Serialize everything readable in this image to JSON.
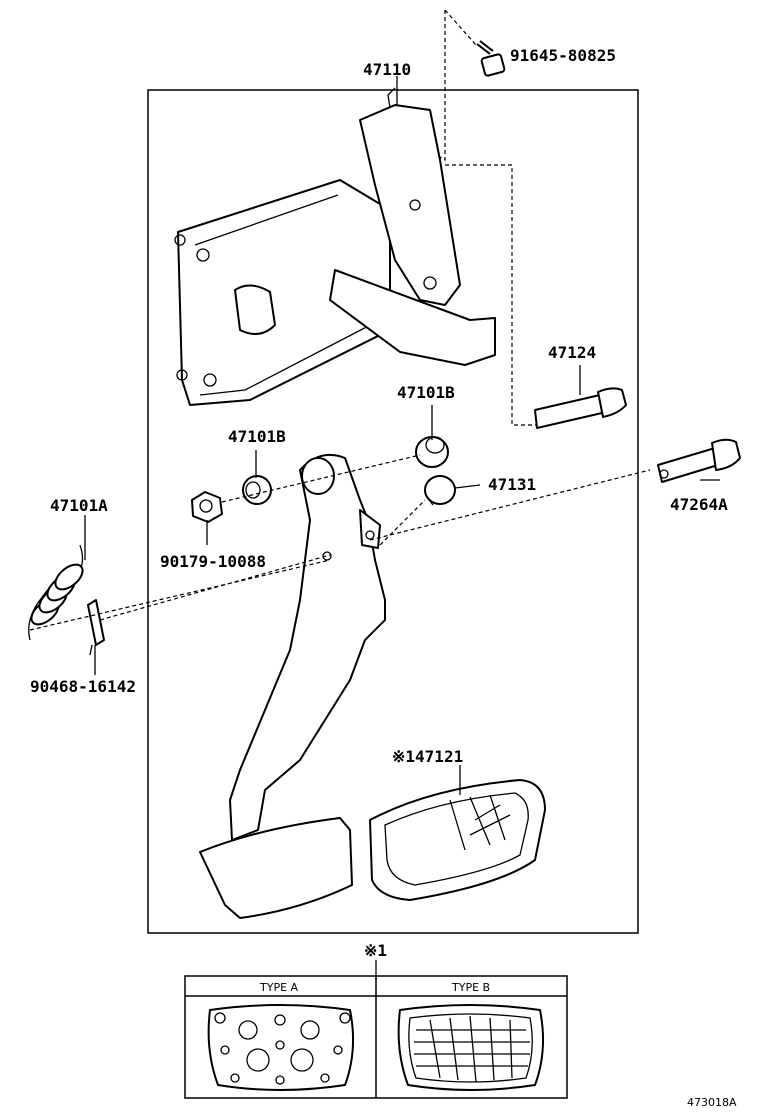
{
  "labels": {
    "p47110": "47110",
    "p91645": "91645-80825",
    "p47124": "47124",
    "p47101b_right": "47101B",
    "p47101b_left": "47101B",
    "p47131": "47131",
    "p47101a": "47101A",
    "p47264a": "47264A",
    "p90179": "90179-10088",
    "p90468": "90468-16142",
    "p47121": "※147121",
    "note_mark": "※1",
    "type_a": "TYPE A",
    "type_b": "TYPE B",
    "figure_id": "473018A"
  }
}
